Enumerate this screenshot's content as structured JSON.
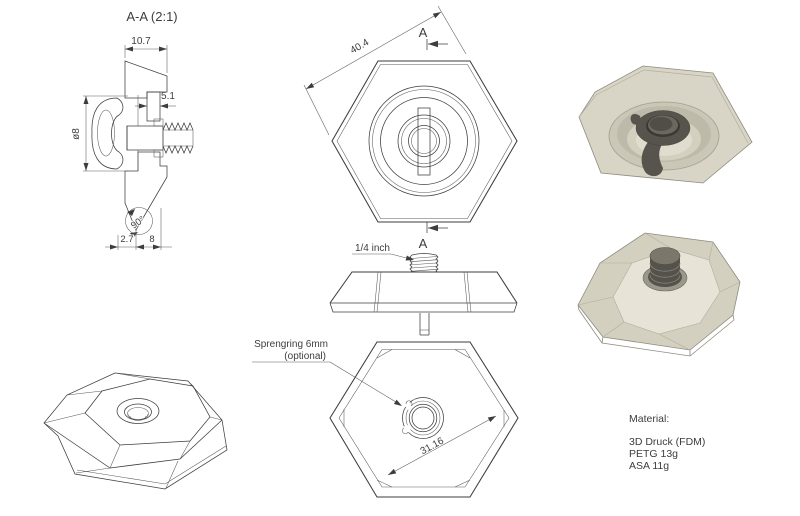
{
  "drawing": {
    "background": "#ffffff",
    "line_color": "#3d3d3d",
    "section_view": {
      "title": "A-A (2:1)",
      "dim_top_width": "10.7",
      "dim_plate_thickness": "5.1",
      "dim_bore_diameter": "ø8",
      "dim_tip_angle": "90°",
      "dim_tip_offset": "2.7",
      "dim_tip_width": "8"
    },
    "front_view": {
      "dim_across_corners": "40.4",
      "section_label": "A"
    },
    "side_view": {
      "thread_label": "1/4 inch"
    },
    "back_view": {
      "note_line1": "Sprengring 6mm",
      "note_line2": "(optional)",
      "dim_across_corners": "31.16"
    },
    "material_note": {
      "heading": "Material:",
      "lines": [
        "3D Druck (FDM)",
        "PETG 13g",
        "ASA 11g"
      ]
    },
    "render_colors": {
      "body": "#d9d5c6",
      "body_light": "#e7e4d7",
      "body_shadow": "#c4c1b1",
      "clip_dark": "#57544e"
    }
  }
}
